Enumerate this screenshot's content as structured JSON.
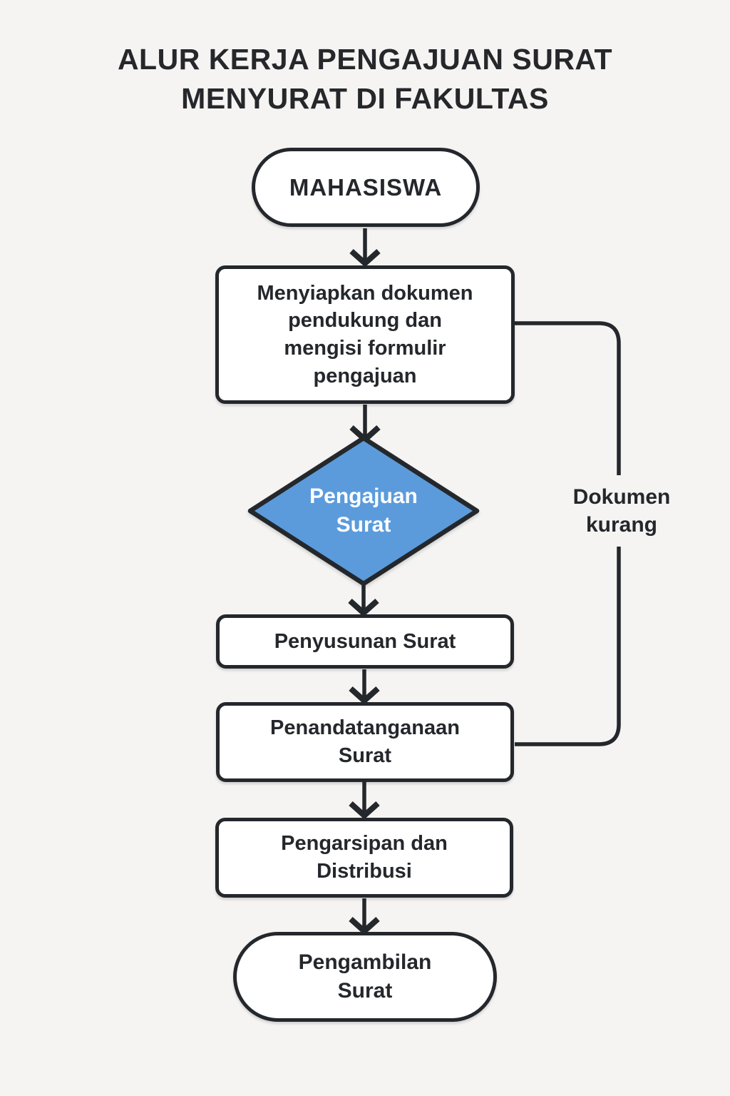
{
  "title": "ALUR KERJA PENGAJUAN SURAT\nMENYURAT DI FAKULTAS",
  "colors": {
    "background": "#F5F4F2",
    "node_fill": "#FFFFFF",
    "outline": "#24272B",
    "text": "#24272B",
    "decision_fill": "#5B9BDC",
    "decision_text": "#FFFFFF"
  },
  "flowchart": {
    "nodes": [
      {
        "id": "start",
        "type": "terminator",
        "label": "MAHASISWA"
      },
      {
        "id": "prepare",
        "type": "process",
        "label": "Menyiapkan dokumen\npendukung dan\nmengisi formulir\npengajuan"
      },
      {
        "id": "decision",
        "type": "decision",
        "label": "Pengajuan\nSurat"
      },
      {
        "id": "draft",
        "type": "process",
        "label": "Penyusunan Surat"
      },
      {
        "id": "sign",
        "type": "process",
        "label": "Penandatanganaan\nSurat"
      },
      {
        "id": "archive",
        "type": "process",
        "label": "Pengarsipan dan\nDistribusi"
      },
      {
        "id": "end",
        "type": "terminator",
        "label": "Pengambilan\nSurat"
      }
    ],
    "edges": [
      {
        "from": "start",
        "to": "prepare"
      },
      {
        "from": "prepare",
        "to": "decision"
      },
      {
        "from": "decision",
        "to": "draft"
      },
      {
        "from": "draft",
        "to": "sign"
      },
      {
        "from": "sign",
        "to": "archive"
      },
      {
        "from": "archive",
        "to": "end"
      },
      {
        "from": "sign",
        "to": "prepare",
        "label": "Dokumen\nkurang"
      }
    ]
  }
}
